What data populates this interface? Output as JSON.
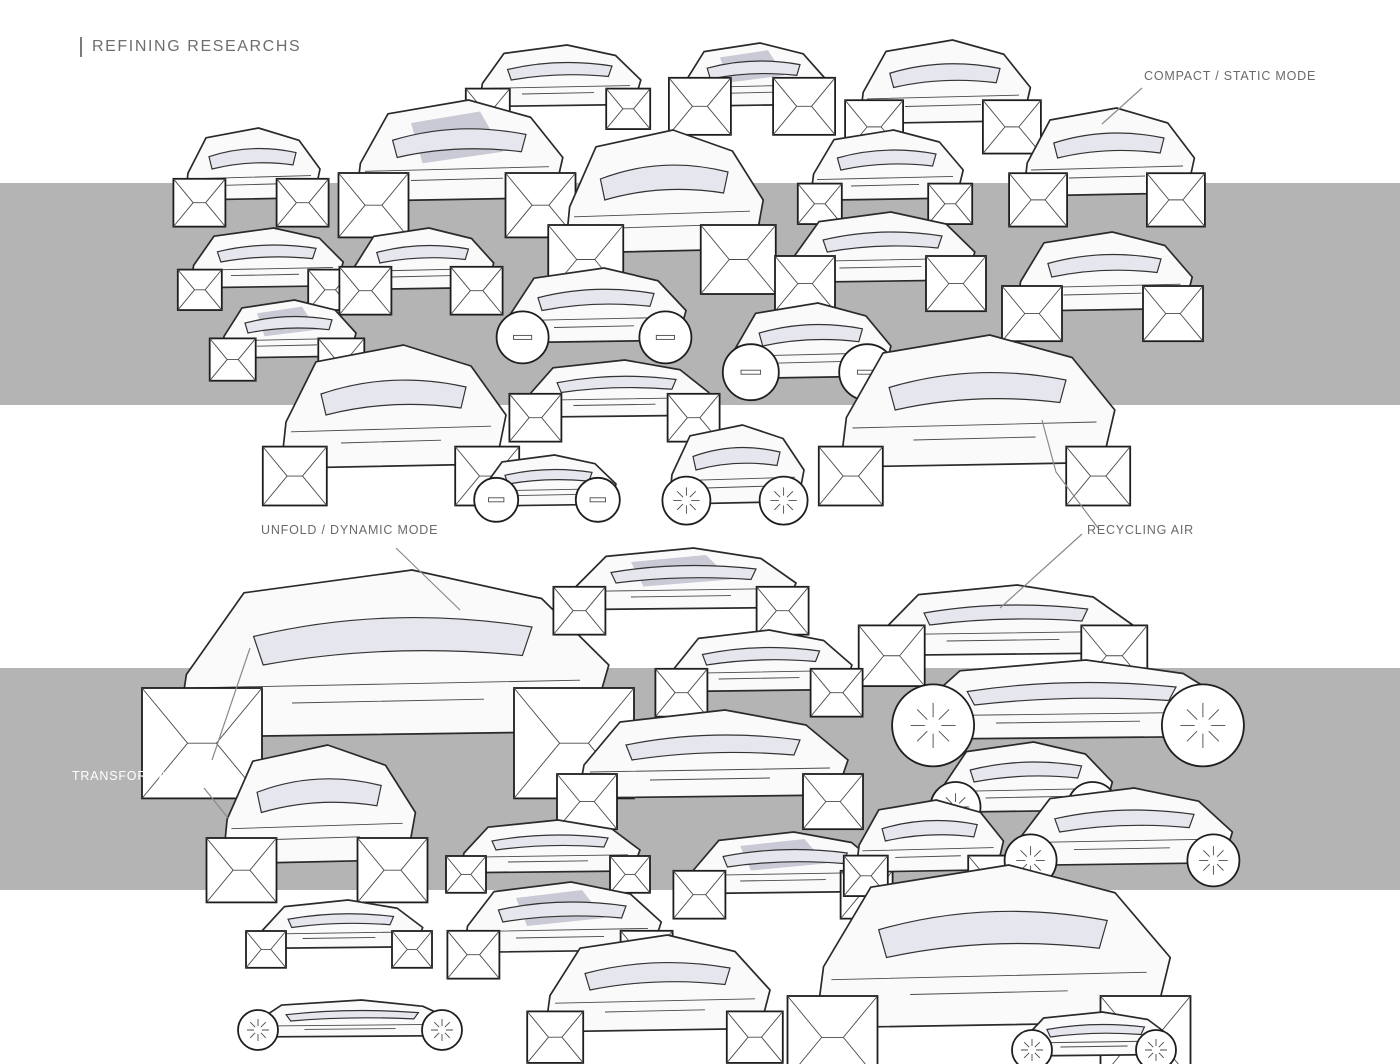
{
  "page": {
    "title": "REFINING RESEARCHS"
  },
  "annotations": {
    "compact_static_mode": "COMPACT / STATIC MODE",
    "unfold_dynamic_mode": "UNFOLD / DYNAMIC MODE",
    "recycling_air": "RECYCLING AIR",
    "transformation": "TRANSFORMATION"
  },
  "colors": {
    "background": "#ffffff",
    "grey_band": "#b4b4b4",
    "sketch_line": "#2a2a2a",
    "shade_accent": "#c9cad6",
    "label_text": "#6a6a6a"
  }
}
